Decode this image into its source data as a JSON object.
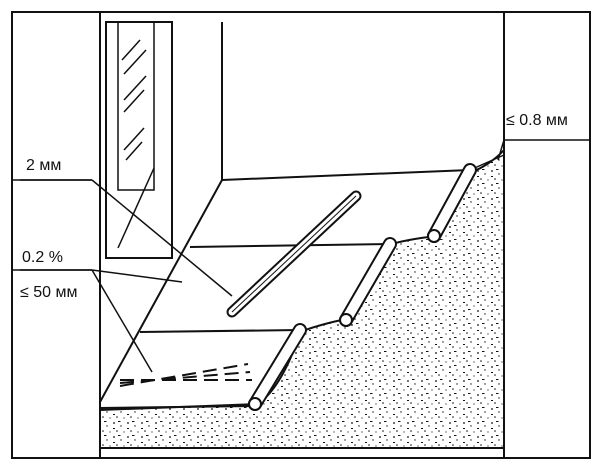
{
  "labels": {
    "gap_top_right": "≤ 0.8 мм",
    "gap_width": "2 мм",
    "slope": "0.2 %",
    "gap_left": "≤ 50 мм"
  },
  "colors": {
    "ink": "#111111",
    "paper": "#ffffff"
  }
}
